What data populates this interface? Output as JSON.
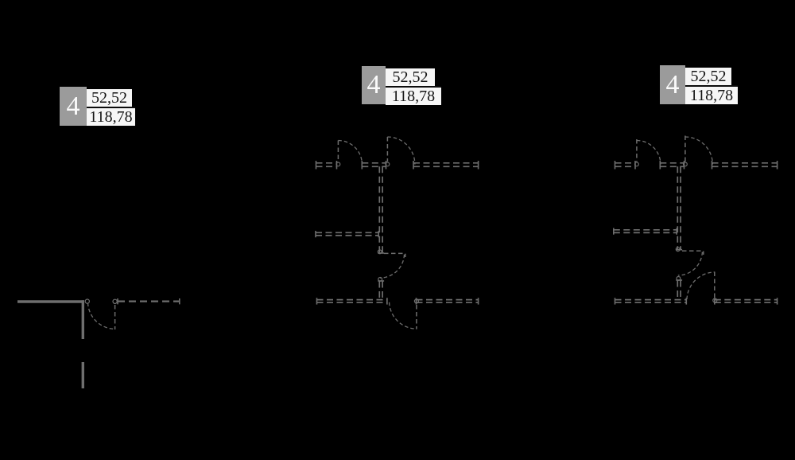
{
  "canvas": {
    "background": "#000000"
  },
  "colors": {
    "background": "#000000",
    "line": "#6e6e6e",
    "badge_square_bg": "#9b9b9b",
    "badge_number": "#fafafa",
    "badge_value_bg": "#f6f6f6",
    "badge_value_text": "#151515",
    "badge_divider": "#0c0c0c"
  },
  "badges": [
    {
      "number": "4",
      "value_top": "52,52",
      "value_bottom": "118,78"
    },
    {
      "number": "4",
      "value_top": "52,52",
      "value_bottom": "118,78"
    },
    {
      "number": "4",
      "value_top": "52,52",
      "value_bottom": "118,78"
    }
  ]
}
